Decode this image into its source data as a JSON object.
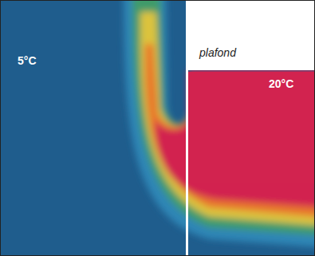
{
  "diagram": {
    "labels": [
      "5°C",
      "plafond",
      "20°C"
    ]
  }
}
